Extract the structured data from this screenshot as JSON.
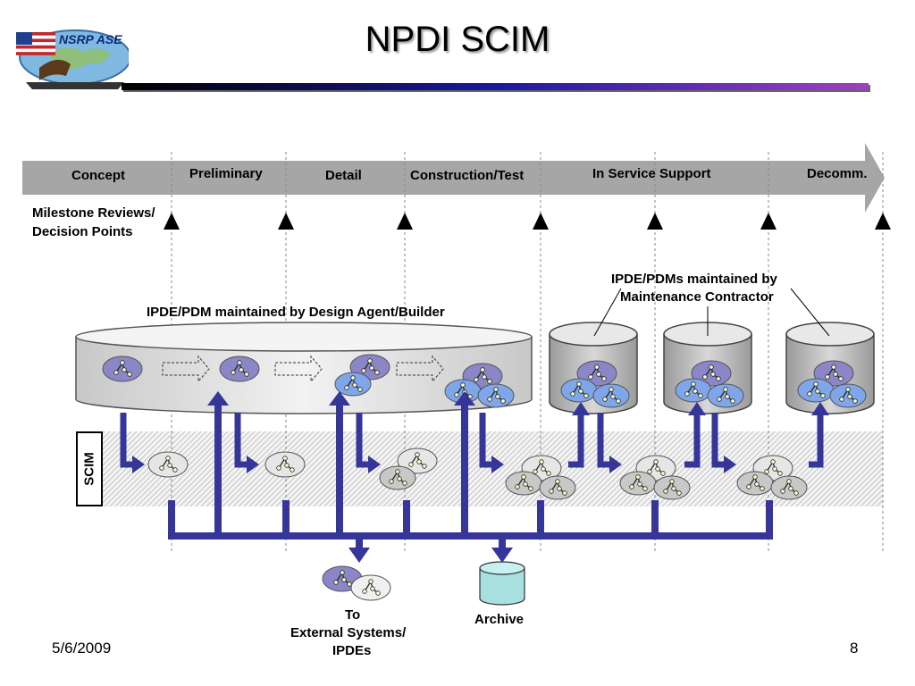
{
  "slide": {
    "title": "NPDI SCIM",
    "logo_text": "NSRP ASE",
    "date": "5/6/2009",
    "page_number": "8"
  },
  "timeline": {
    "phases": [
      "Concept",
      "Preliminary",
      "Detail",
      "Construction/Test",
      "In Service Support",
      "Decomm."
    ],
    "milestone_label_line1": "Milestone Reviews/",
    "milestone_label_line2": "Decision Points"
  },
  "labels": {
    "design_agent": "IPDE/PDM maintained by Design Agent/Builder",
    "maint_line1": "IPDE/PDMs  maintained by",
    "maint_line2": "Maintenance Contractor",
    "scim": "SCIM",
    "external_line1": "To",
    "external_line2": "External Systems/",
    "external_line3": "IPDEs",
    "archive": "Archive"
  },
  "colors": {
    "arrow_blue": "#35359a",
    "timeline_gray": "#a6a6a6",
    "model_purple": "#8a86c8",
    "model_blue": "#7fa6e8",
    "model_gray": "#c8c8c8",
    "archive_teal": "#a8e0e0"
  }
}
